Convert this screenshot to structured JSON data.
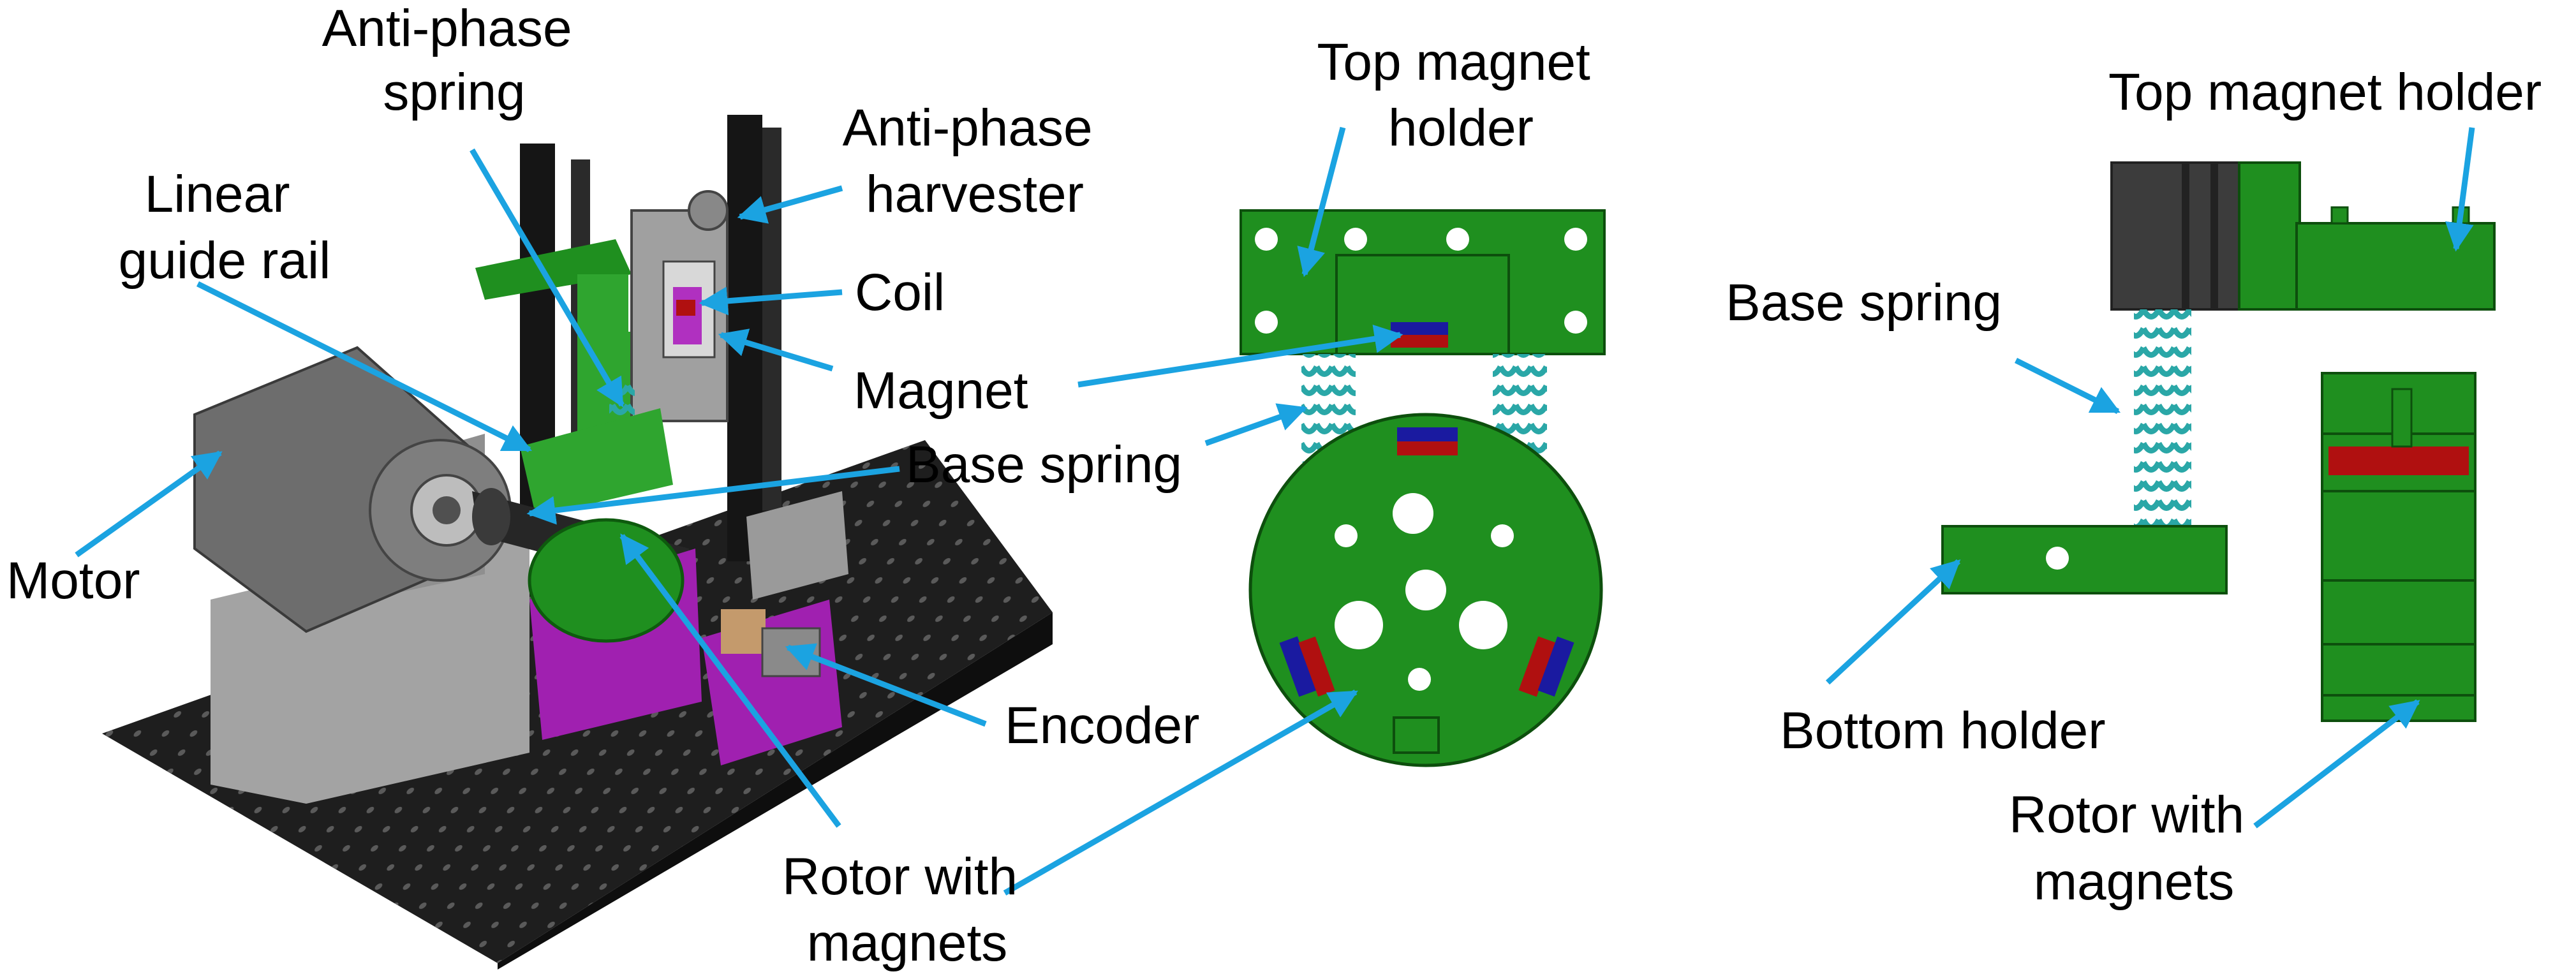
{
  "figure": {
    "labels": {
      "anti_phase_spring": [
        "Anti-phase",
        "spring"
      ],
      "anti_phase_harvester": [
        "Anti-phase",
        "harvester"
      ],
      "linear_guide_rail": [
        "Linear",
        "guide rail"
      ],
      "coil": "Coil",
      "magnet": "Magnet",
      "base_spring_main": "Base spring",
      "motor": "Motor",
      "encoder": "Encoder",
      "rotor_with_magnets_main": [
        "Rotor with",
        "magnets"
      ],
      "top_magnet_holder_mid": [
        "Top magnet",
        "holder"
      ],
      "top_magnet_holder_right": "Top magnet holder",
      "base_spring_right": "Base spring",
      "bottom_holder": "Bottom holder",
      "rotor_with_magnets_right": [
        "Rotor with",
        "magnets"
      ]
    },
    "colors": {
      "arrow": "#1ba3e1",
      "part_green": "#1f8f1f",
      "part_green_light": "#34b234",
      "magenta": "#a020b0",
      "magnet_red": "#b01010",
      "magnet_blue": "#1a1aa0",
      "spring": "#2aa7a7",
      "motor_gray": "#6d6d6d",
      "bracket_gray": "#9a9a9a",
      "table_black": "#1e1e1e"
    }
  }
}
